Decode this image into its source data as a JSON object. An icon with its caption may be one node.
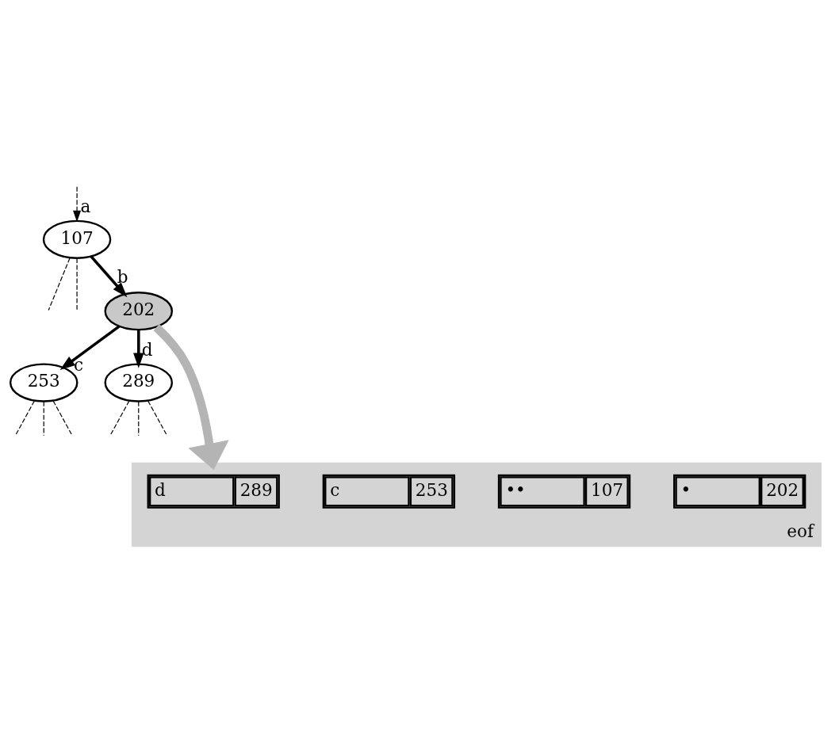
{
  "diagram": {
    "nodes": [
      {
        "text": [
          "107"
        ]
      },
      {
        "text": [
          "202"
        ]
      },
      {
        "text": [
          "253"
        ]
      },
      {
        "text": [
          "289"
        ]
      },
      {
        "text": [
          "eof"
        ]
      },
      {
        "text": [
          "•",
          "202"
        ],
        "in": 4
      },
      {
        "text": [
          "••",
          "107"
        ],
        "in": 4
      },
      {
        "text": [
          "c",
          "253"
        ],
        "in": 4
      },
      {
        "text": [
          "d",
          "289"
        ],
        "in": 4
      }
    ],
    "edges": [
      {
        "from": 0,
        "to": null,
        "arrow": "none",
        "style": "dashed"
      },
      {
        "from": 0,
        "to": null,
        "arrow": "none",
        "style": "dashed"
      },
      {
        "from": null,
        "to": 0,
        "arrow": "to",
        "label": "a",
        "style": "dashed"
      },
      {
        "from": 0,
        "to": 1,
        "arrow": "to",
        "label": "b",
        "style": "thick"
      },
      {
        "from": 1,
        "to": 2,
        "arrow": "to",
        "label": "c",
        "style": "thick"
      },
      {
        "from": 1,
        "to": 3,
        "arrow": "to",
        "label": "d",
        "style": "thick"
      },
      {
        "from": 1,
        "to": 4,
        "arrow": "to",
        "style": "thick",
        "color": "#b4b4b4"
      },
      {
        "from": 2,
        "to": null,
        "arrow": "none",
        "style": "dashed"
      },
      {
        "from": 2,
        "to": null,
        "arrow": "none",
        "style": "dashed"
      },
      {
        "from": 2,
        "to": null,
        "arrow": "none",
        "style": "dashed"
      },
      {
        "from": 3,
        "to": null,
        "arrow": "none",
        "style": "dashed"
      },
      {
        "from": 3,
        "to": null,
        "arrow": "none",
        "style": "dashed"
      },
      {
        "from": 3,
        "to": null,
        "arrow": "none",
        "style": "dashed"
      }
    ]
  }
}
